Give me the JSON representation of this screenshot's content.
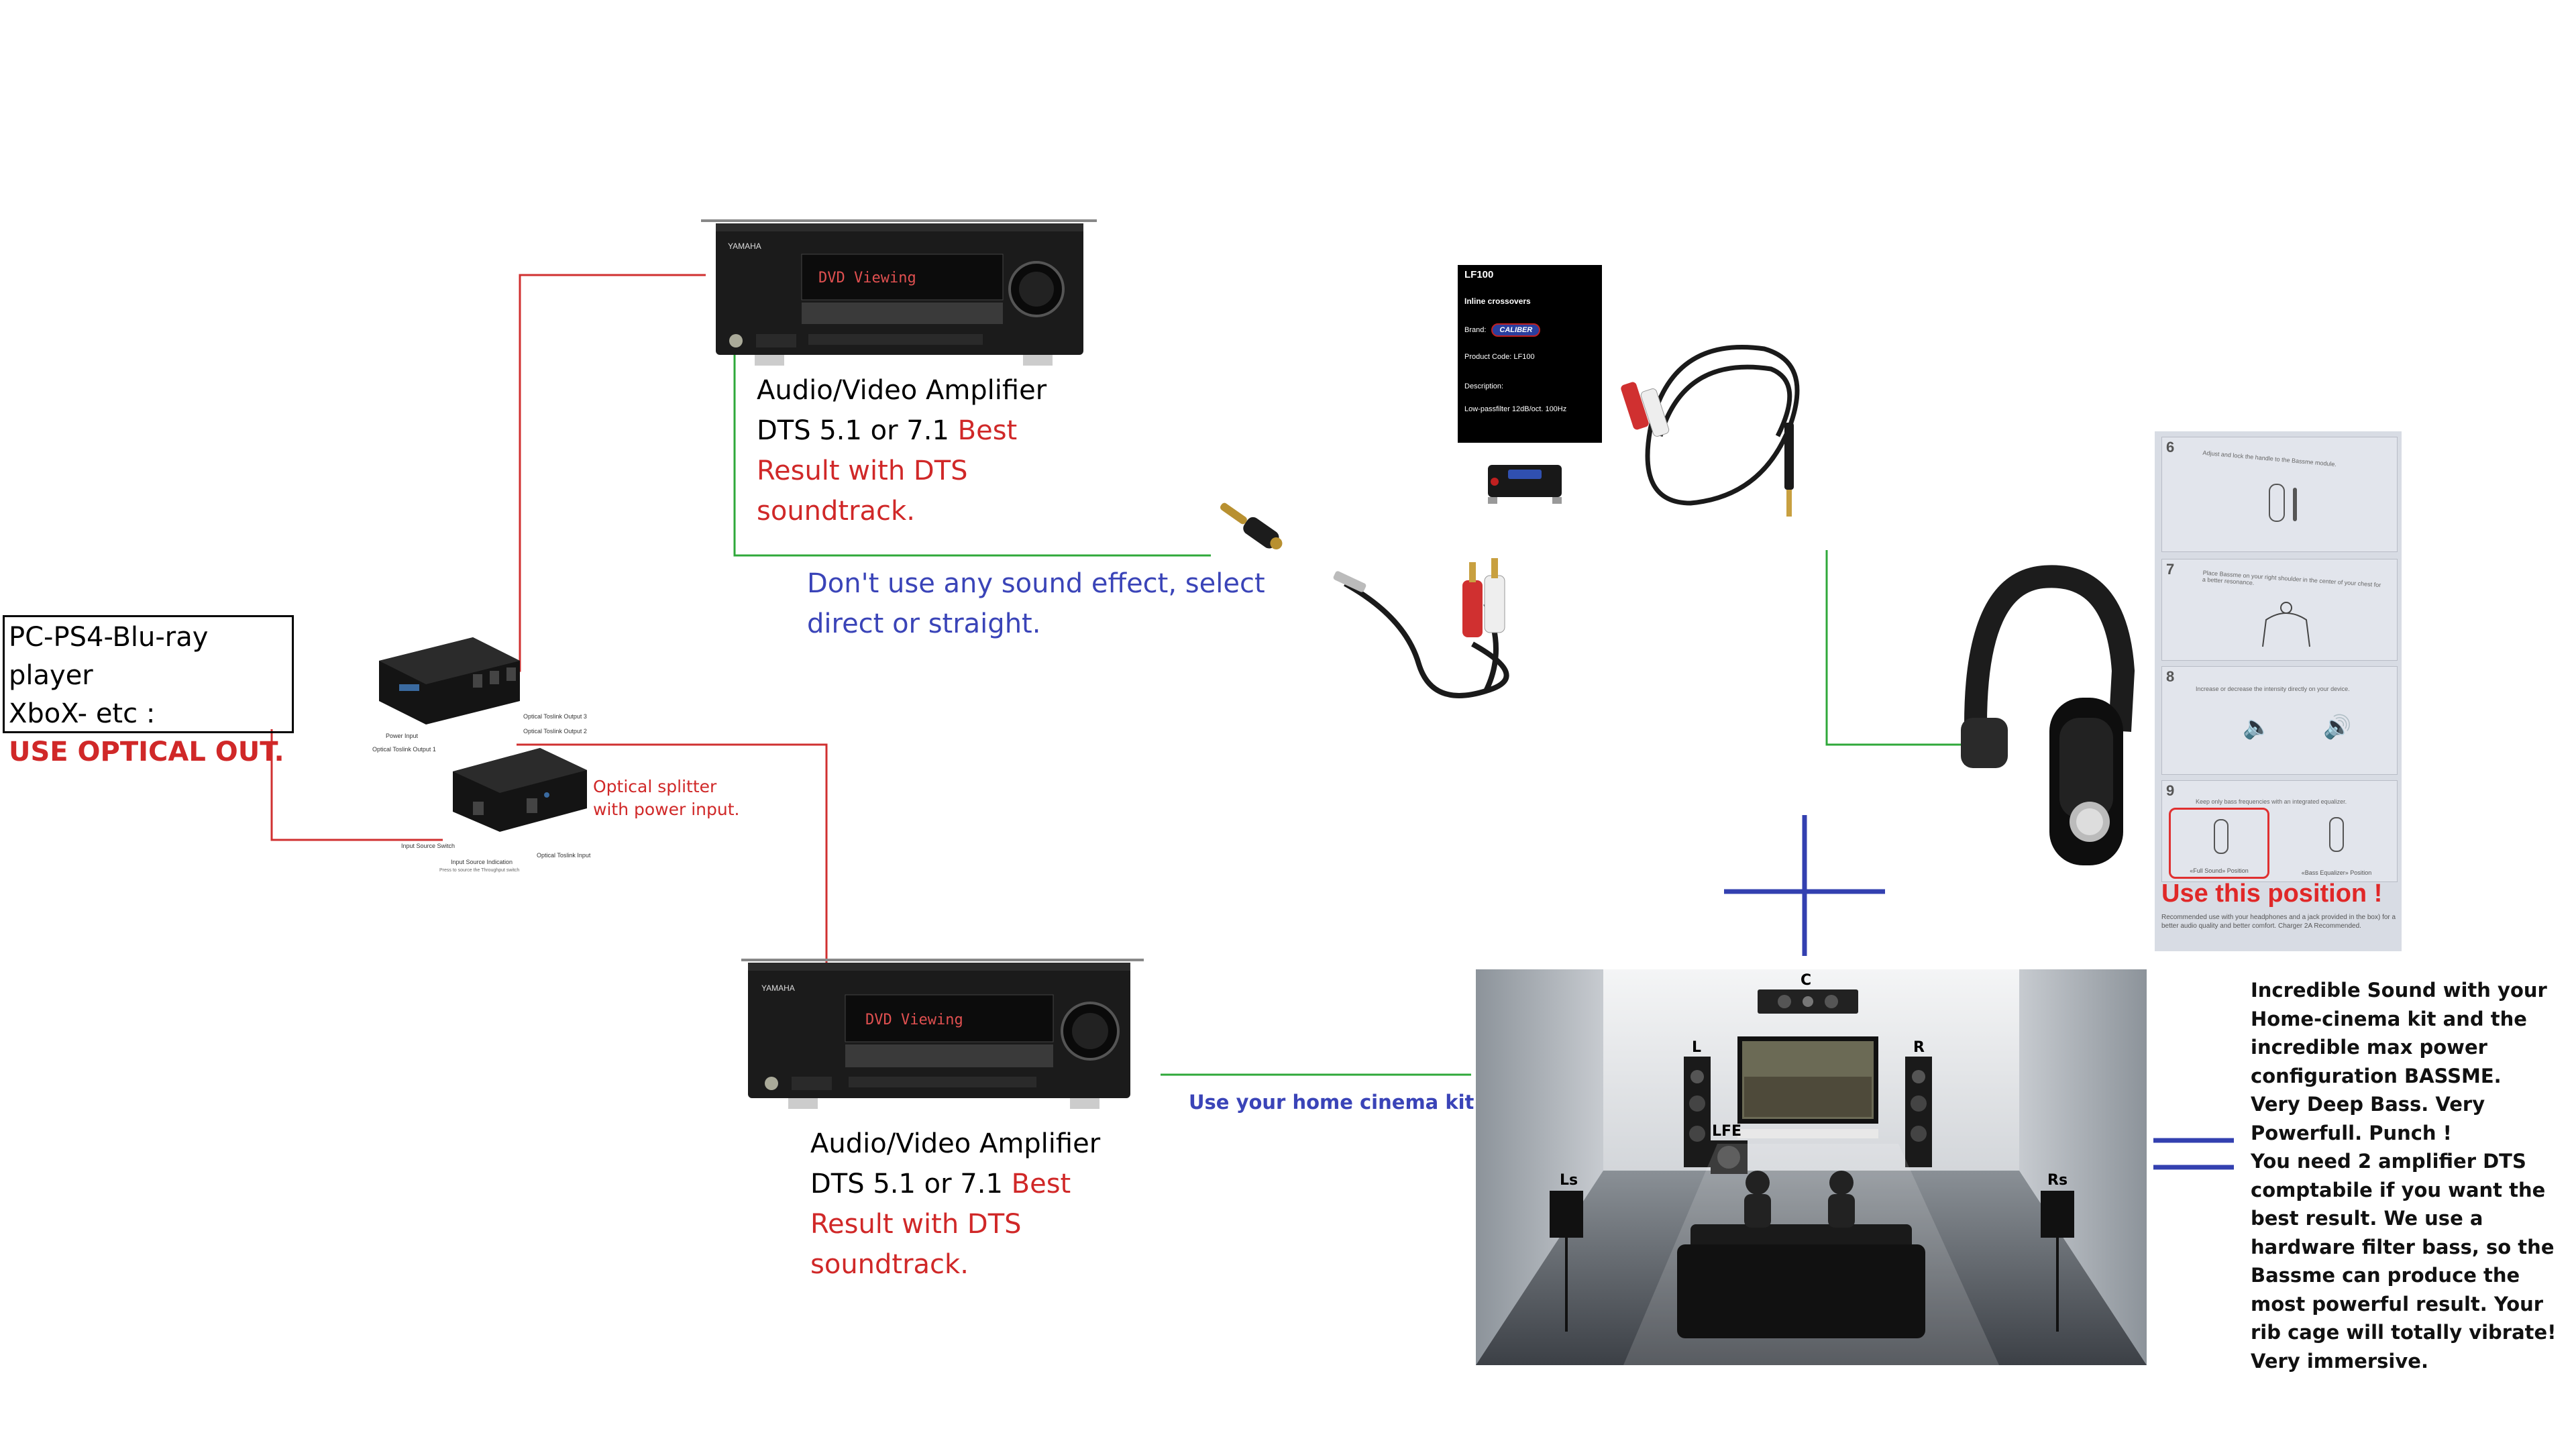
{
  "source": {
    "line1": "PC-PS4-Blu-ray player",
    "line2": "XboX- etc :",
    "line3": "USE OPTICAL OUT."
  },
  "amp_top": {
    "brand": "YAMAHA",
    "display": "DVD Viewing",
    "caption_line1": "Audio/Video Amplifier",
    "caption_black": "DTS 5.1 or 7.1 ",
    "caption_red_a": "Best",
    "caption_red_b": "Result with DTS",
    "caption_red_c": "soundtrack."
  },
  "amp_bottom": {
    "brand": "YAMAHA",
    "display": "DVD Viewing",
    "caption_line1": "Audio/Video Amplifier",
    "caption_black": "DTS 5.1 or 7.1 ",
    "caption_red_a": "Best",
    "caption_red_b": "Result with DTS",
    "caption_red_c": "soundtrack."
  },
  "sound_effect_note": {
    "line1": "Don't use any sound effect, select",
    "line2": "direct or straight."
  },
  "splitter": {
    "label_line1": "Optical splitter",
    "label_line2": "with power input.",
    "out3": "Optical Toslink Output 3",
    "out2": "Optical Toslink Output 2",
    "power": "Power Input",
    "out1": "Optical Toslink Output 1",
    "switch": "Input Source Switch",
    "indication": "Input Source Indication",
    "toslink_in": "Optical Toslink Input",
    "small_note": "Press to source the Throughput switch"
  },
  "lf100": {
    "title": "LF100",
    "subtitle": "Inline crossovers",
    "brand_label": "Brand:",
    "brand": "CALIBER",
    "code": "Product Code: LF100",
    "desc_label": "Description:",
    "desc": "Low-passfilter 12dB/oct. 100Hz"
  },
  "manual": {
    "step6": "6",
    "step6_text": "Adjust and lock the handle to the Bassme module.",
    "step7": "7",
    "step7_text": "Place Bassme on your right shoulder in the center of your chest for a better resonance.",
    "step8": "8",
    "step8_text": "Increase or decrease the intensity directly on your device.",
    "step9": "9",
    "step9_text": "Keep only bass frequencies with an integrated equalizer.",
    "full_sound": "«Full Sound» Position",
    "bass_eq": "«Bass Equalizer» Position",
    "use_position": "Use this position !",
    "footer": "Recommended use with your headphones and a jack provided in the box) for a better audio quality and better comfort. Charger 2A Recommended."
  },
  "home_cinema": {
    "note": "Use your home cinema kit.",
    "c": "C",
    "l": "L",
    "r": "R",
    "lfe": "LFE",
    "ls": "Ls",
    "rs": "Rs"
  },
  "description": [
    "Incredible Sound with your",
    "Home-cinema kit and the",
    "incredible max power",
    "configuration BASSME.",
    "Very Deep Bass. Very",
    "Powerfull. Punch !",
    "You need 2 amplifier DTS",
    "comptabile if you want the",
    "best result. We use a",
    "hardware filter bass, so the",
    "Bassme can produce the",
    "most powerful result. Your",
    "rib cage will totally vibrate!",
    "Very immersive."
  ],
  "colors": {
    "red_wire": "#d03030",
    "green_wire": "#2fa83a",
    "plus_blue": "#3340b0",
    "text_red": "#d02828",
    "text_blue": "#3a44b8"
  }
}
